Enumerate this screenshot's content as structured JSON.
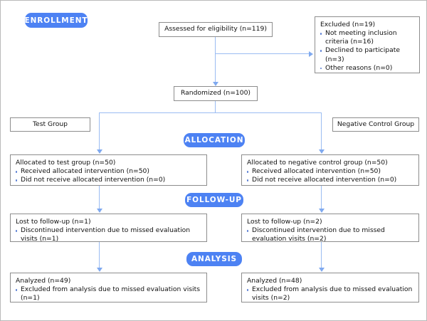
{
  "diagram": {
    "type": "consort-flow-diagram",
    "accent_color": "#4d82f3",
    "connector_color": "#9bbcf2",
    "box_border_color": "#8d8d8d"
  },
  "stages": {
    "enrollment": "ENROLLMENT",
    "allocation": "ALLOCATION",
    "followup": "FOLLOW-UP",
    "analysis": "ANALYSIS"
  },
  "enrollment": {
    "assessed": "Assessed for eligibility (n=119)",
    "excluded_title": "Excluded (n=19)",
    "excluded_items": [
      "Not meeting inclusion criteria (n=16)",
      "Declined to participate (n=3)",
      "Other reasons (n=0)"
    ],
    "randomized": "Randomized (n=100)"
  },
  "arms": {
    "test_label": "Test Group",
    "control_label": "Negative Control Group"
  },
  "allocation": {
    "test": {
      "title": "Allocated to test group (n=50)",
      "items": [
        "Received allocated intervention (n=50)",
        "Did not receive allocated intervention (n=0)"
      ]
    },
    "control": {
      "title": "Allocated to negative control group (n=50)",
      "items": [
        "Received allocated intervention (n=50)",
        "Did not receive allocated intervention (n=0)"
      ]
    }
  },
  "followup": {
    "test": {
      "title": "Lost to follow-up (n=1)",
      "items": [
        "Discontinued intervention due to missed evaluation visits (n=1)"
      ]
    },
    "control": {
      "title": "Lost to follow-up (n=2)",
      "items": [
        "Discontinued intervention due to missed evaluation visits (n=2)"
      ]
    }
  },
  "analysis": {
    "test": {
      "title": "Analyzed (n=49)",
      "items": [
        "Excluded from analysis due to missed evaluation visits (n=1)"
      ]
    },
    "control": {
      "title": "Analyzed (n=48)",
      "items": [
        "Excluded from analysis due to missed evaluation visits (n=2)"
      ]
    }
  }
}
